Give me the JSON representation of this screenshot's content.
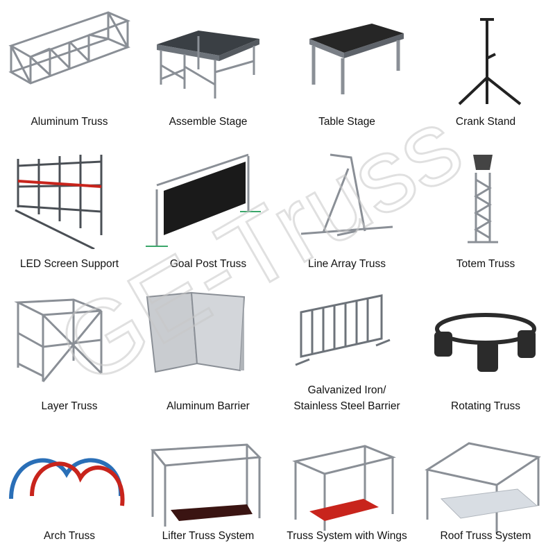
{
  "watermark": {
    "text": "GE-Truss",
    "color": "#c8c8c8"
  },
  "products": [
    {
      "caption": "Aluminum Truss",
      "icon": "aluminum-truss-icon"
    },
    {
      "caption": "Assemble Stage",
      "icon": "assemble-stage-icon"
    },
    {
      "caption": "Table Stage",
      "icon": "table-stage-icon"
    },
    {
      "caption": "Crank Stand",
      "icon": "crank-stand-icon"
    },
    {
      "caption": "LED Screen Support",
      "icon": "led-screen-support-icon"
    },
    {
      "caption": "Goal Post Truss",
      "icon": "goal-post-truss-icon"
    },
    {
      "caption": "Line Array Truss",
      "icon": "line-array-truss-icon"
    },
    {
      "caption": "Totem Truss",
      "icon": "totem-truss-icon"
    },
    {
      "caption": "Layer Truss",
      "icon": "layer-truss-icon"
    },
    {
      "caption": "Aluminum Barrier",
      "icon": "aluminum-barrier-icon"
    },
    {
      "caption_line1": "Galvanized Iron/",
      "caption_line2": "Stainless Steel Barrier",
      "icon": "steel-barrier-icon"
    },
    {
      "caption": "Rotating Truss",
      "icon": "rotating-truss-icon"
    },
    {
      "caption": "Arch Truss",
      "icon": "arch-truss-icon"
    },
    {
      "caption": "Lifter Truss System",
      "icon": "lifter-truss-system-icon"
    },
    {
      "caption": "Truss System with Wings",
      "icon": "truss-system-wings-icon"
    },
    {
      "caption": "Roof Truss System",
      "icon": "roof-truss-system-icon"
    }
  ],
  "colors": {
    "metal": "#8a8f96",
    "metal_dark": "#5b6067",
    "stage_top": "#2b2b2b",
    "red": "#c8241c",
    "blue": "#2a6fb7",
    "green": "#3aa66a",
    "screen": "#1a1a1a"
  }
}
